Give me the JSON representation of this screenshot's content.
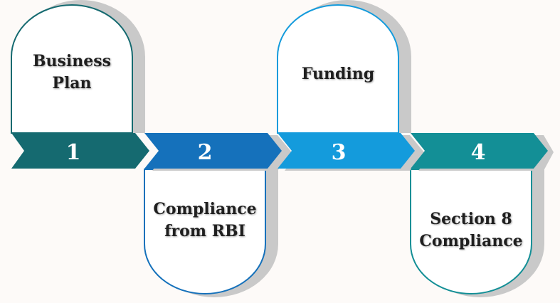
{
  "steps": [
    {
      "number": "1",
      "label": "Business\nPlan",
      "color": "#156a70"
    },
    {
      "number": "2",
      "label": "Compliance\nfrom RBI",
      "color": "#1571bb"
    },
    {
      "number": "3",
      "label": "Funding",
      "color": "#149bdc"
    },
    {
      "number": "4",
      "label": "Section 8\nCompliance",
      "color": "#138f96"
    }
  ],
  "colors": {
    "background": "#fdfaf8",
    "shadow": "#c9c9c9",
    "card_fill": "#ffffff"
  }
}
